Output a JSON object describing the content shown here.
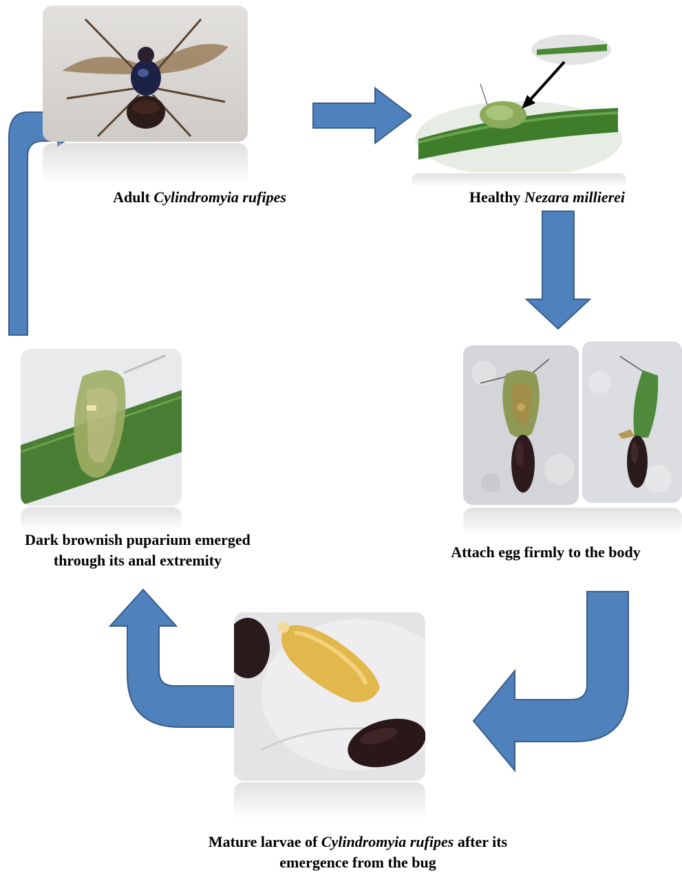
{
  "stages": {
    "adult": {
      "caption_a": "Adult ",
      "caption_b": "Cylindromyia rufipes"
    },
    "healthy": {
      "caption_a": "Healthy ",
      "caption_b": "Nezara  millierei"
    },
    "attach": {
      "caption": "Attach egg firmly to the body"
    },
    "larvae": {
      "line1_a": "Mature  larvae of ",
      "line1_b": "Cylindromyia  rufipes",
      "line1_c": " after its",
      "line2": "emergence from the bug"
    },
    "puparium": {
      "line1": "Dark brownish puparium emerged",
      "line2": "through its anal extremity"
    }
  },
  "colors": {
    "arrow_fill": "#4f81bd",
    "arrow_stroke": "#385d8a"
  },
  "icons": [
    "fly-photo",
    "stink-bug-photo",
    "parasitized-bug-photo",
    "larva-photo",
    "puparium-photo"
  ]
}
